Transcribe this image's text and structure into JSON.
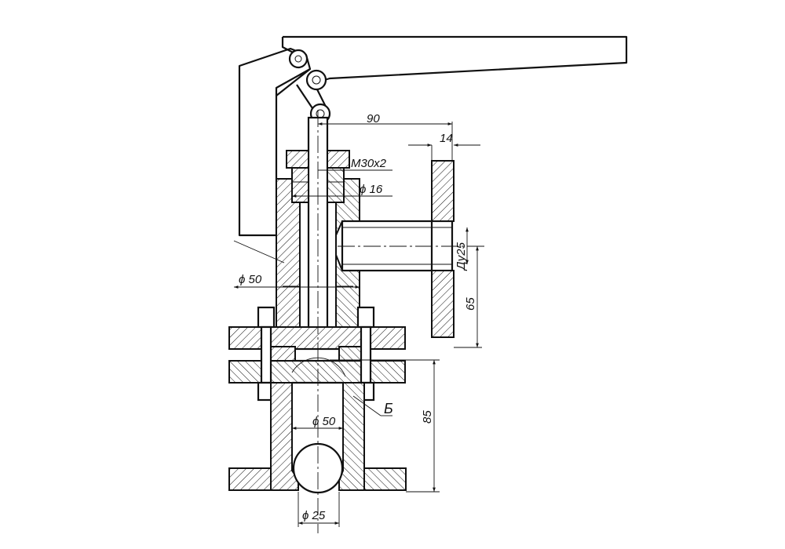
{
  "labels": {
    "dim_90": "90",
    "dim_14": "14",
    "thread": "M30x2",
    "dia_16": "ϕ 16",
    "dia_50_upper": "ϕ 50",
    "dn_25": "Ду25",
    "dim_65": "65",
    "dim_85": "85",
    "section_b": "Б",
    "dia_50_lower": "ϕ 50",
    "dia_25": "ϕ 25"
  },
  "colors": {
    "ink": "#111111",
    "paper": "#ffffff"
  }
}
